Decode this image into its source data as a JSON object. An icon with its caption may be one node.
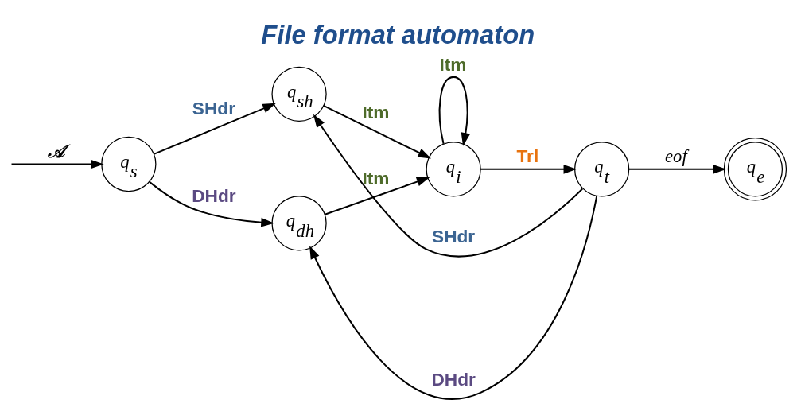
{
  "diagram": {
    "title": "File format automaton",
    "nodes": [
      {
        "text": [
          "q$_{s}$"
        ]
      },
      {
        "text": [
          "q$_{sh}$"
        ]
      },
      {
        "text": [
          "q$_{dh}$"
        ]
      },
      {
        "text": [
          "q$_{i}$"
        ]
      },
      {
        "text": [
          "q$_{t}$"
        ]
      },
      {
        "text": [
          "q$_{e}$"
        ]
      }
    ],
    "edges": [
      {
        "from": null,
        "to": 0,
        "arrow": "to",
        "label": "𝒜"
      },
      {
        "from": 0,
        "to": 1,
        "arrow": "to",
        "label": "SHdr"
      },
      {
        "from": 0,
        "to": 2,
        "arrow": "to",
        "label": "DHdr"
      },
      {
        "from": 1,
        "to": 3,
        "arrow": "to",
        "label": "Itm"
      },
      {
        "from": 2,
        "to": 3,
        "arrow": "to",
        "label": "Itm"
      },
      {
        "from": 3,
        "to": 3,
        "arrow": "to",
        "label": "Itm"
      },
      {
        "from": 3,
        "to": 4,
        "arrow": "to",
        "label": "Trl"
      },
      {
        "from": 4,
        "to": 5,
        "arrow": "to",
        "label": "eof"
      },
      {
        "from": 4,
        "to": 1,
        "arrow": "to",
        "label": "SHdr"
      },
      {
        "from": 4,
        "to": 2,
        "arrow": "to",
        "label": "DHdr"
      }
    ]
  }
}
